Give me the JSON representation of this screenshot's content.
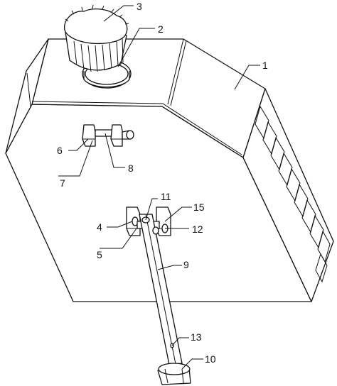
{
  "labels": {
    "l1": "1",
    "l2": "2",
    "l3": "3",
    "l4": "4",
    "l5": "5",
    "l6": "6",
    "l7": "7",
    "l8": "8",
    "l9": "9",
    "l10": "10",
    "l11": "11",
    "l12": "12",
    "l13": "13",
    "l15": "15"
  }
}
